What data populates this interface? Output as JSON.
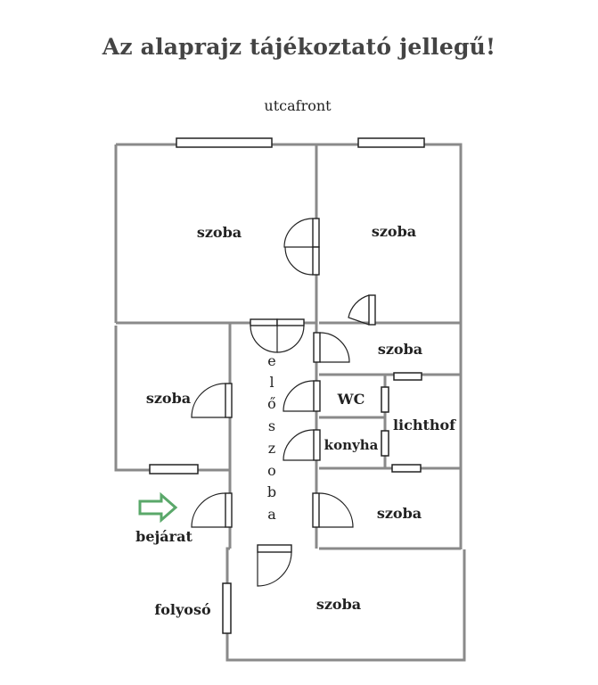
{
  "title": "Az alaprajz tájékoztató jellegű!",
  "street_label": "utcafront",
  "rooms": {
    "top_left": "szoba",
    "top_right": "szoba",
    "mid_right": "szoba",
    "left": "szoba",
    "wc": "WC",
    "lichthof": "lichthof",
    "konyha": "konyha",
    "lower_right": "szoba",
    "bottom": "szoba"
  },
  "hall_letters": [
    "e",
    "l",
    "ő",
    "s",
    "z",
    "o",
    "b",
    "a"
  ],
  "entrance_label": "bejárat",
  "corridor_label": "folyosó",
  "colors": {
    "wall": "#8a8a8a",
    "arrow": "#5aa86a",
    "text": "#222222"
  },
  "icons": {
    "entrance": "entrance-arrow-icon"
  }
}
